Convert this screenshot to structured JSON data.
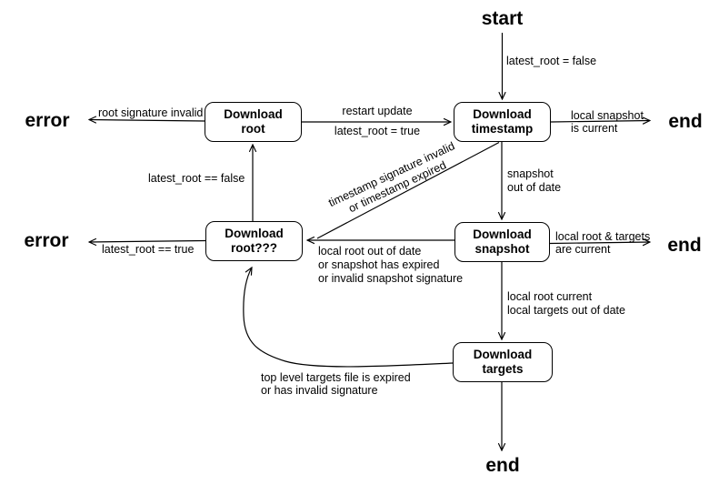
{
  "diagram": {
    "title": "update workflow state diagram",
    "colors": {
      "background": "#ffffff",
      "line": "#000000",
      "text": "#000000",
      "state_fill": "#ffffff",
      "state_border": "#000000"
    },
    "terminals": {
      "start": "start",
      "end_top": "end",
      "end_mid": "end",
      "end_bottom": "end",
      "error_top": "error",
      "error_mid": "error"
    },
    "states": {
      "download_root": {
        "label": "Download\nroot"
      },
      "download_timestamp": {
        "label": "Download\ntimestamp"
      },
      "download_root3": {
        "label": "Download\nroot???"
      },
      "download_snapshot": {
        "label": "Download\nsnapshot"
      },
      "download_targets": {
        "label": "Download\ntargets"
      }
    },
    "edges": {
      "start_to_timestamp": {
        "label": "latest_root = false"
      },
      "timestamp_to_end": {
        "label": "local snapshot\nis current"
      },
      "root_to_error": {
        "label": "root signature invalid"
      },
      "root_to_timestamp": {
        "label_top": "restart update",
        "label_bottom": "latest_root = true"
      },
      "root3_to_root": {
        "label": "latest_root == false"
      },
      "timestamp_to_root3": {
        "label": "timestamp signature invalid\nor timestamp expired"
      },
      "timestamp_to_snapshot": {
        "label": "snapshot\nout of date"
      },
      "root3_to_error": {
        "label": "latest_root == true"
      },
      "snapshot_to_root3": {
        "label": "local root out of date\nor snapshot has expired\nor invalid snapshot signature"
      },
      "snapshot_to_end": {
        "label": "local root & targets\nare current"
      },
      "snapshot_to_targets": {
        "label": "local root current\nlocal targets out of date"
      },
      "targets_to_root3": {
        "label": "top level targets file is expired\nor has invalid signature"
      }
    }
  }
}
